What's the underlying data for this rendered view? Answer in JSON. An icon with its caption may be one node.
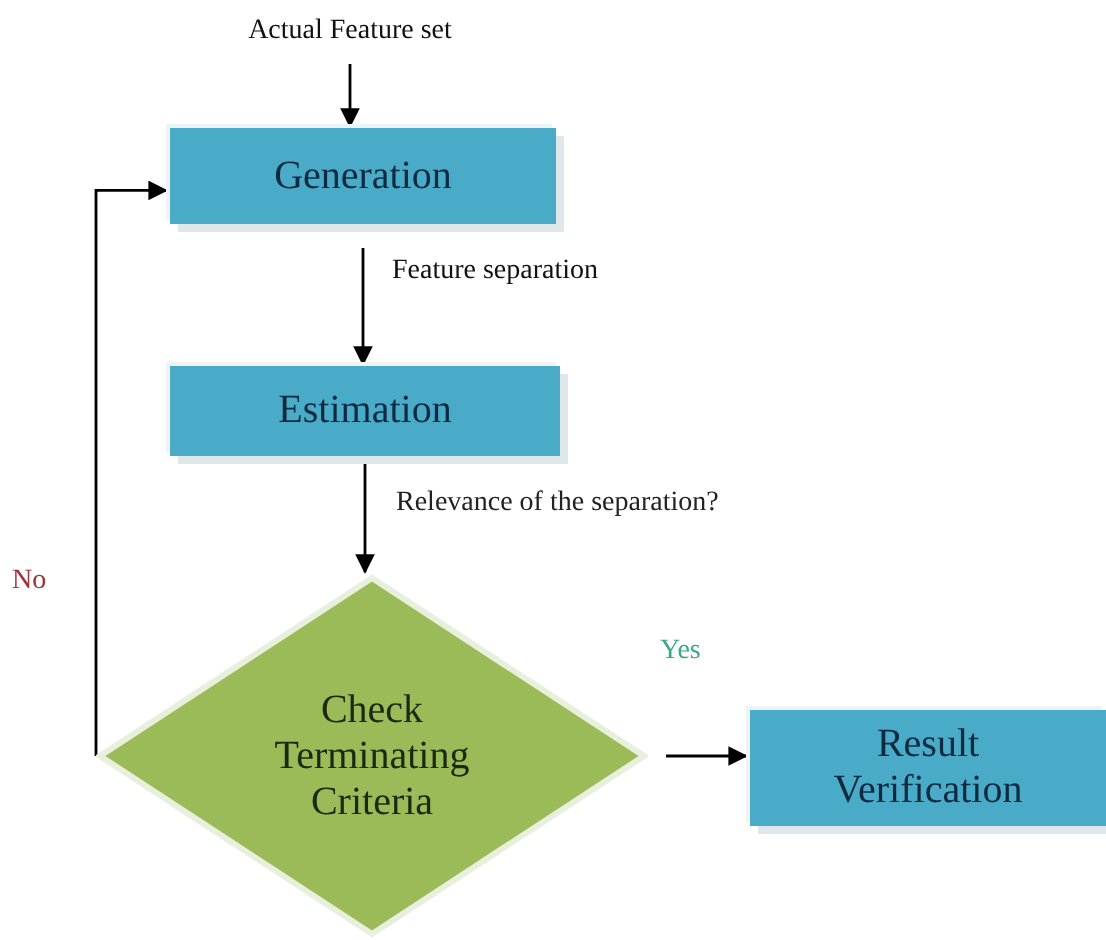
{
  "diagram": {
    "nodes": [
      {
        "text": [
          "Actual Feature set"
        ]
      },
      {
        "text": [
          "Generation"
        ]
      },
      {
        "text": [
          "Estimation"
        ]
      },
      {
        "text": [
          "Check Terminating Criteria"
        ]
      },
      {
        "text": [
          "Result Verification"
        ]
      }
    ],
    "edges": [
      {
        "from": 0,
        "to": 1,
        "arrow": "to"
      },
      {
        "from": 1,
        "to": 2,
        "arrow": "to",
        "label": "Feature separation"
      },
      {
        "from": 2,
        "to": 3,
        "arrow": "to",
        "label": "Relevance of the separation?"
      },
      {
        "from": 3,
        "to": 4,
        "arrow": "to",
        "label": "Yes"
      },
      {
        "from": 3,
        "to": 1,
        "arrow": "to",
        "label": "No"
      }
    ]
  }
}
